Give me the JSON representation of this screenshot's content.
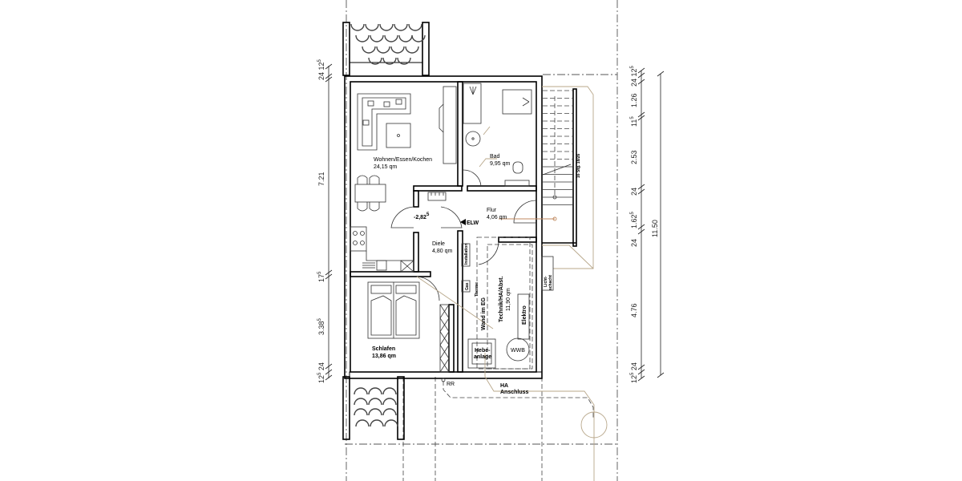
{
  "drawing": {
    "type": "floor-plan",
    "rooms": [
      {
        "name": "Wohnen/Essen/Kochen",
        "area": "24,15 qm"
      },
      {
        "name": "Bad",
        "area": "9,95 qm"
      },
      {
        "name": "Flur",
        "area": "4,06 qm"
      },
      {
        "name": "Diele",
        "area": "4,80 qm"
      },
      {
        "name": "Schlafen",
        "area": "13,86 qm"
      },
      {
        "name": "Technik/HA/Abst.",
        "area": "11,90 qm"
      }
    ],
    "level_marker": {
      "value": "-2,82",
      "superscript": "5"
    },
    "labels": {
      "elw": "ELW",
      "stairs": "16 Stg. 18/26",
      "elektro": "Elektro",
      "wwb": "WWB",
      "hebeanlage_1": "Hebe-",
      "hebeanlage_2": "anlage",
      "wand": "Wand im EG",
      "installation": "Installation",
      "therme": "Therme",
      "gas": "Gas",
      "lichtschacht_1": "Licht-",
      "lichtschacht_2": "schacht",
      "rr": "RR",
      "ha_1": "HA",
      "ha_2": "Anschluss"
    },
    "dimensions_left": [
      {
        "value": "12",
        "sup": "5"
      },
      {
        "value": "24",
        "sup": ""
      },
      {
        "value": "7.21",
        "sup": ""
      },
      {
        "value": "17",
        "sup": "5"
      },
      {
        "value": "3.38",
        "sup": "5"
      },
      {
        "value": "24",
        "sup": ""
      },
      {
        "value": "12",
        "sup": "5"
      }
    ],
    "dimensions_right": [
      {
        "value": "12",
        "sup": "5"
      },
      {
        "value": "24",
        "sup": ""
      },
      {
        "value": "1.26",
        "sup": ""
      },
      {
        "value": "11",
        "sup": "5"
      },
      {
        "value": "2.53",
        "sup": ""
      },
      {
        "value": "24",
        "sup": ""
      },
      {
        "value": "1.62",
        "sup": "5"
      },
      {
        "value": "24",
        "sup": ""
      },
      {
        "value": "4.76",
        "sup": ""
      },
      {
        "value": "24",
        "sup": ""
      },
      {
        "value": "12",
        "sup": "5"
      }
    ],
    "dimension_total": "11.50"
  }
}
